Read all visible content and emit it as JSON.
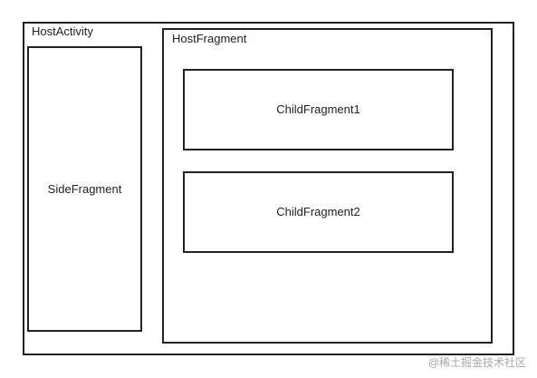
{
  "diagram": {
    "host_activity": {
      "label": "HostActivity"
    },
    "side_fragment": {
      "label": "SideFragment"
    },
    "host_fragment": {
      "label": "HostFragment"
    },
    "child_fragment_1": {
      "label": "ChildFragment1"
    },
    "child_fragment_2": {
      "label": "ChildFragment2"
    }
  },
  "watermark": {
    "text": "@稀土掘金技术社区"
  },
  "colors": {
    "border": "#222222",
    "text": "#222222",
    "watermark": "#a8a8a8",
    "background": "#ffffff"
  }
}
